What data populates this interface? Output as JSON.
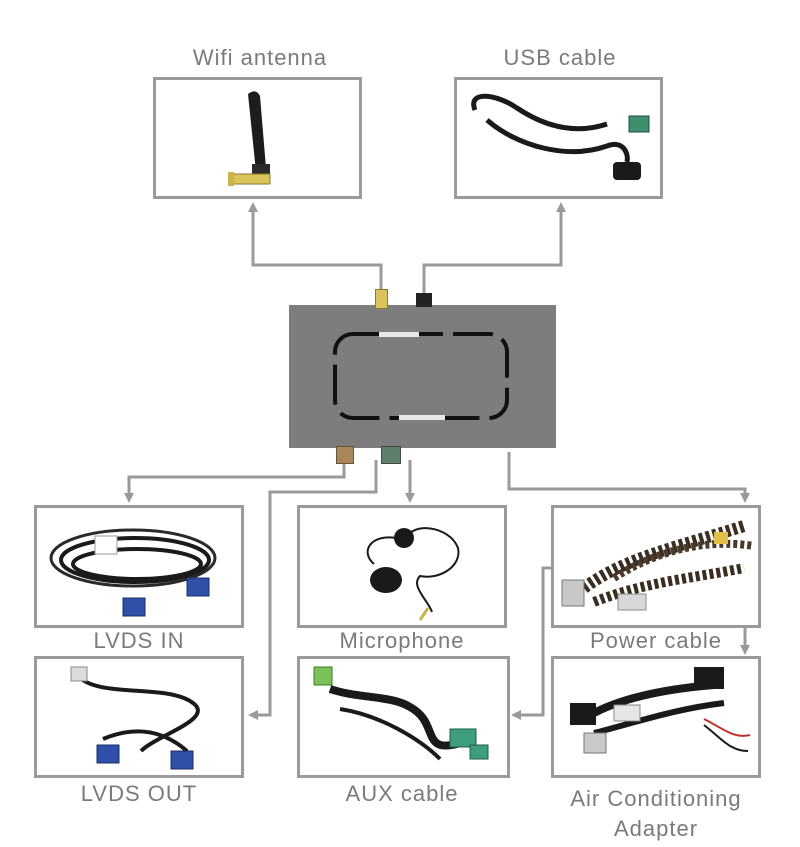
{
  "labels": {
    "wifi_antenna": "Wifi antenna",
    "usb_cable": "USB cable",
    "lvds_in": "LVDS IN",
    "microphone": "Microphone",
    "power_cable": "Power cable",
    "lvds_out": "LVDS OUT",
    "aux_cable": "AUX cable",
    "air_conditioning_line1": "Air Conditioning",
    "air_conditioning_line2": "Adapter"
  },
  "colors": {
    "border": "#9a9a9a",
    "connector_line": "#9a9a9a",
    "unit_body": "#7d7d7d",
    "unit_frame": "#111111",
    "label_text": "#7a7a7a",
    "fakra_blue": "#2f4fa8",
    "fakra_green": "#3e8f6e",
    "sma_gold": "#d9c35a"
  },
  "icons": {
    "wifi_antenna": "antenna-icon",
    "usb_cable": "usb-cable-icon",
    "lvds_in": "coiled-cable-icon",
    "microphone": "microphone-icon",
    "power_cable": "wiring-harness-icon",
    "lvds_out": "cable-icon",
    "aux_cable": "aux-cable-icon",
    "air_conditioning_adapter": "harness-adapter-icon"
  }
}
